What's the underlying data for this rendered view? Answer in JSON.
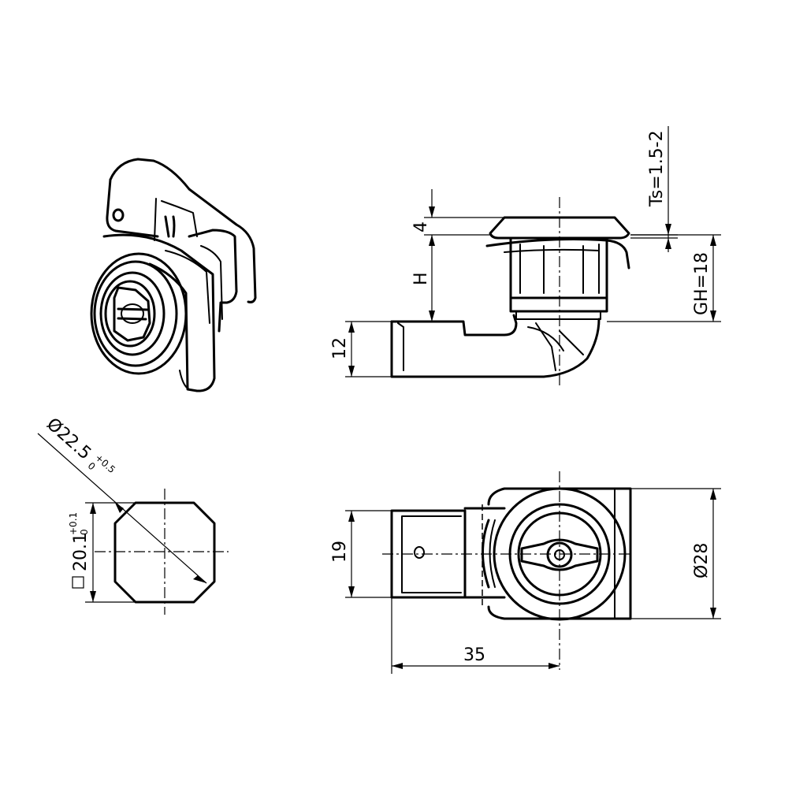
{
  "dimensions": {
    "ts": "Ts=1.5-2",
    "gh": "GH=18",
    "four": "4",
    "h": "H",
    "twelve": "12",
    "nineteen": "19",
    "dia28": "Ø28",
    "thirtyfive": "35",
    "dia22": "Ø22.5",
    "dia22_tol_upper": "+0.5",
    "dia22_tol_lower": "0",
    "sq20": "20.1",
    "sq20_tol_upper": "+0.1",
    "sq20_tol_lower": "0"
  }
}
